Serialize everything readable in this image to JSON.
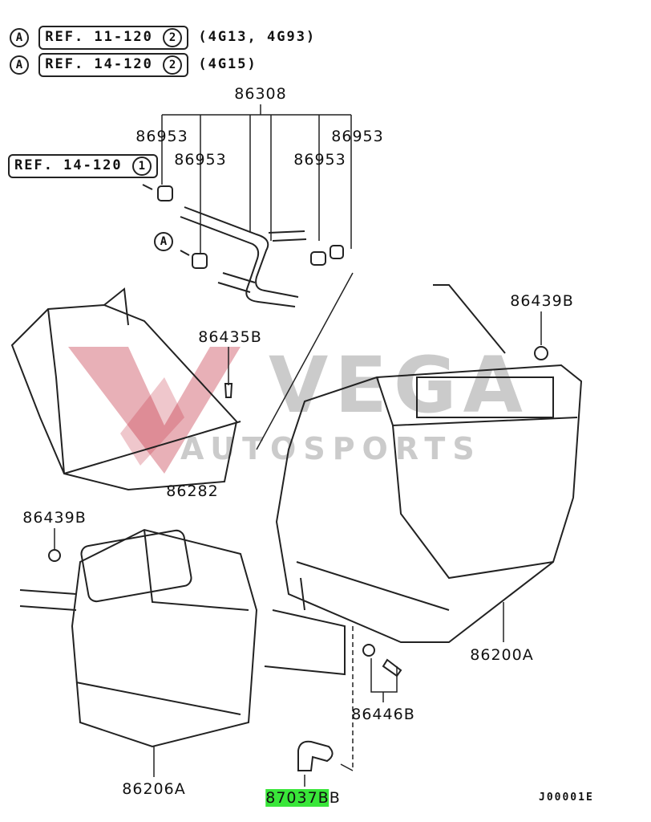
{
  "references": [
    {
      "marker": "A",
      "text": "REF. 11-120",
      "circle": "2",
      "note": "(4G13, 4G93)"
    },
    {
      "marker": "A",
      "text": "REF. 14-120",
      "circle": "2",
      "note": "(4G15)"
    },
    {
      "marker": "",
      "text": "REF. 14-120",
      "circle": "1",
      "note": ""
    }
  ],
  "arrow_marker": "A",
  "part_labels": {
    "heater_core_pipe": "86308",
    "clamp_1": "86953",
    "clamp_2": "86953",
    "clamp_3": "86953",
    "clamp_4": "86953",
    "nut_top_right": "86439B",
    "screw_duct": "86435B",
    "duct": "86282",
    "nut_left": "86439B",
    "heater_unit": "86200A",
    "screws": "86446B",
    "blower_unit": "86206A",
    "drain_hose": "87037B",
    "drain_hose_suffix": "B"
  },
  "diagram_code": "J00001E",
  "watermark": {
    "brand": "VEGA",
    "sub": "AUTOSPORTS",
    "color": "#b4182c"
  },
  "highlight_color": "#39e639"
}
